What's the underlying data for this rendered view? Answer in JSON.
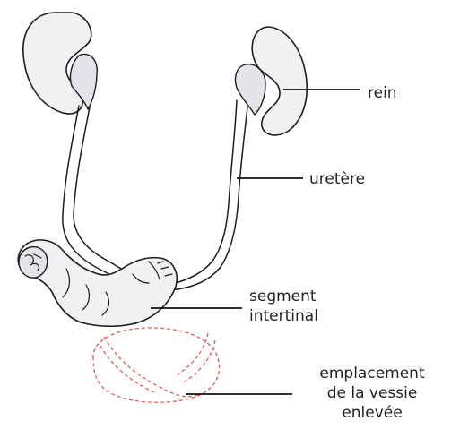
{
  "labels": {
    "kidney": "rein",
    "ureter": "uretère",
    "segment_line1": "segment",
    "segment_line2": "intertinal",
    "bladder_line1": "emplacement",
    "bladder_line2": "de la vessie",
    "bladder_line3": "enlevée"
  },
  "colors": {
    "outline": "#1c1c1c",
    "organ_fill": "#f1f1f4",
    "removed_bladder_dashes": "#d9534f",
    "label_text": "#222222"
  }
}
